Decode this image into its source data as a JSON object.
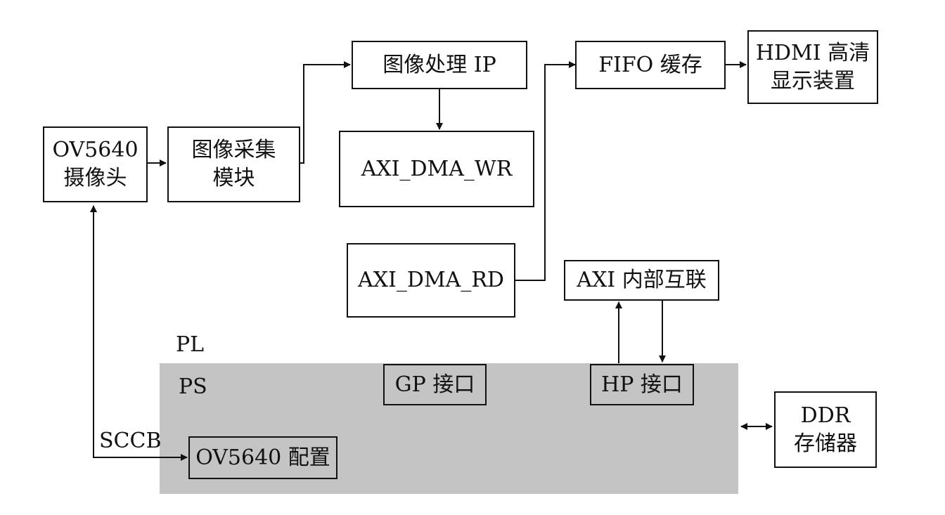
{
  "regions": {
    "pl_label": "PL",
    "ps_label": "PS"
  },
  "blocks": {
    "camera": [
      "OV5640",
      "摄像头"
    ],
    "capture": [
      "图像采集",
      "模块"
    ],
    "ip": [
      "图像处理 IP"
    ],
    "dma_wr": [
      "AXI_DMA_WR"
    ],
    "dma_rd": [
      "AXI_DMA_RD"
    ],
    "fifo": [
      "FIFO 缓存"
    ],
    "hdmi": [
      "HDMI 高清",
      "显示装置"
    ],
    "axi_interconnect": [
      "AXI 内部互联"
    ],
    "gp": [
      "GP 接口"
    ],
    "hp": [
      "HP 接口"
    ],
    "ov_config": [
      "OV5640 配置"
    ],
    "ddr": [
      "DDR",
      "存储器"
    ]
  },
  "links": {
    "sccb_label": "SCCB"
  }
}
